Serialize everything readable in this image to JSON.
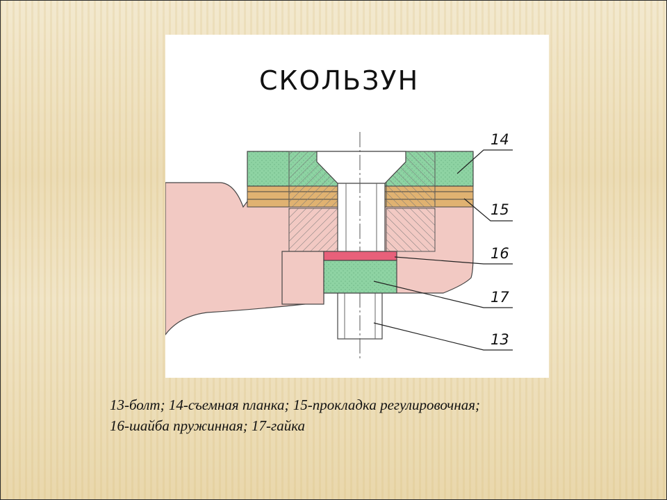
{
  "diagram": {
    "title": "СКОЛЬЗУН",
    "callouts": [
      {
        "number": "14"
      },
      {
        "number": "15"
      },
      {
        "number": "16"
      },
      {
        "number": "17"
      },
      {
        "number": "13"
      }
    ]
  },
  "caption": {
    "line1": "13-болт; 14-съемная планка; 15-прокладка регулировочная;",
    "line2": "16-шайба пружинная; 17-гайка"
  },
  "colors": {
    "bar_plate": "#8ed3a3",
    "shim": "#e0b271",
    "frame_body": "#f2c9c3",
    "spring_washer": "#e8607a",
    "nut": "#8ed3a3",
    "bolt": "#ffffff"
  }
}
